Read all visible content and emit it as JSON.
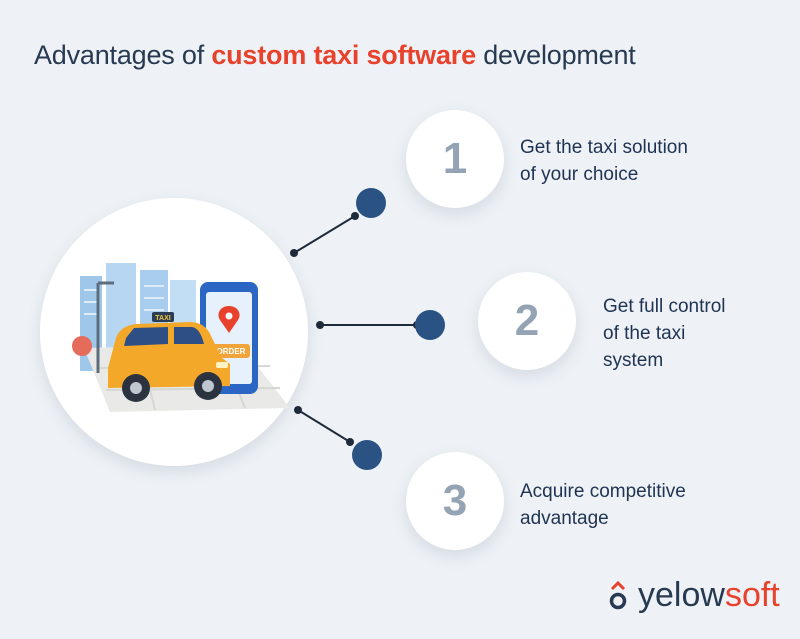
{
  "title": {
    "prefix": "Advantages of ",
    "highlight": "custom taxi software",
    "suffix": " development"
  },
  "illustration": {
    "sign_text": "TAXI",
    "order_text": "ORDER"
  },
  "items": [
    {
      "number": "1",
      "text_line1": "Get the taxi solution",
      "text_line2": "of your choice",
      "text_line3": ""
    },
    {
      "number": "2",
      "text_line1": "Get full control",
      "text_line2": "of the taxi",
      "text_line3": "system"
    },
    {
      "number": "3",
      "text_line1": "Acquire competitive",
      "text_line2": "advantage",
      "text_line3": ""
    }
  ],
  "logo": {
    "part1": "yelow",
    "part2": "soft"
  },
  "colors": {
    "accent": "#e8412c",
    "navy": "#273a52",
    "dot": "#2a5283",
    "background": "#eef2f6"
  }
}
